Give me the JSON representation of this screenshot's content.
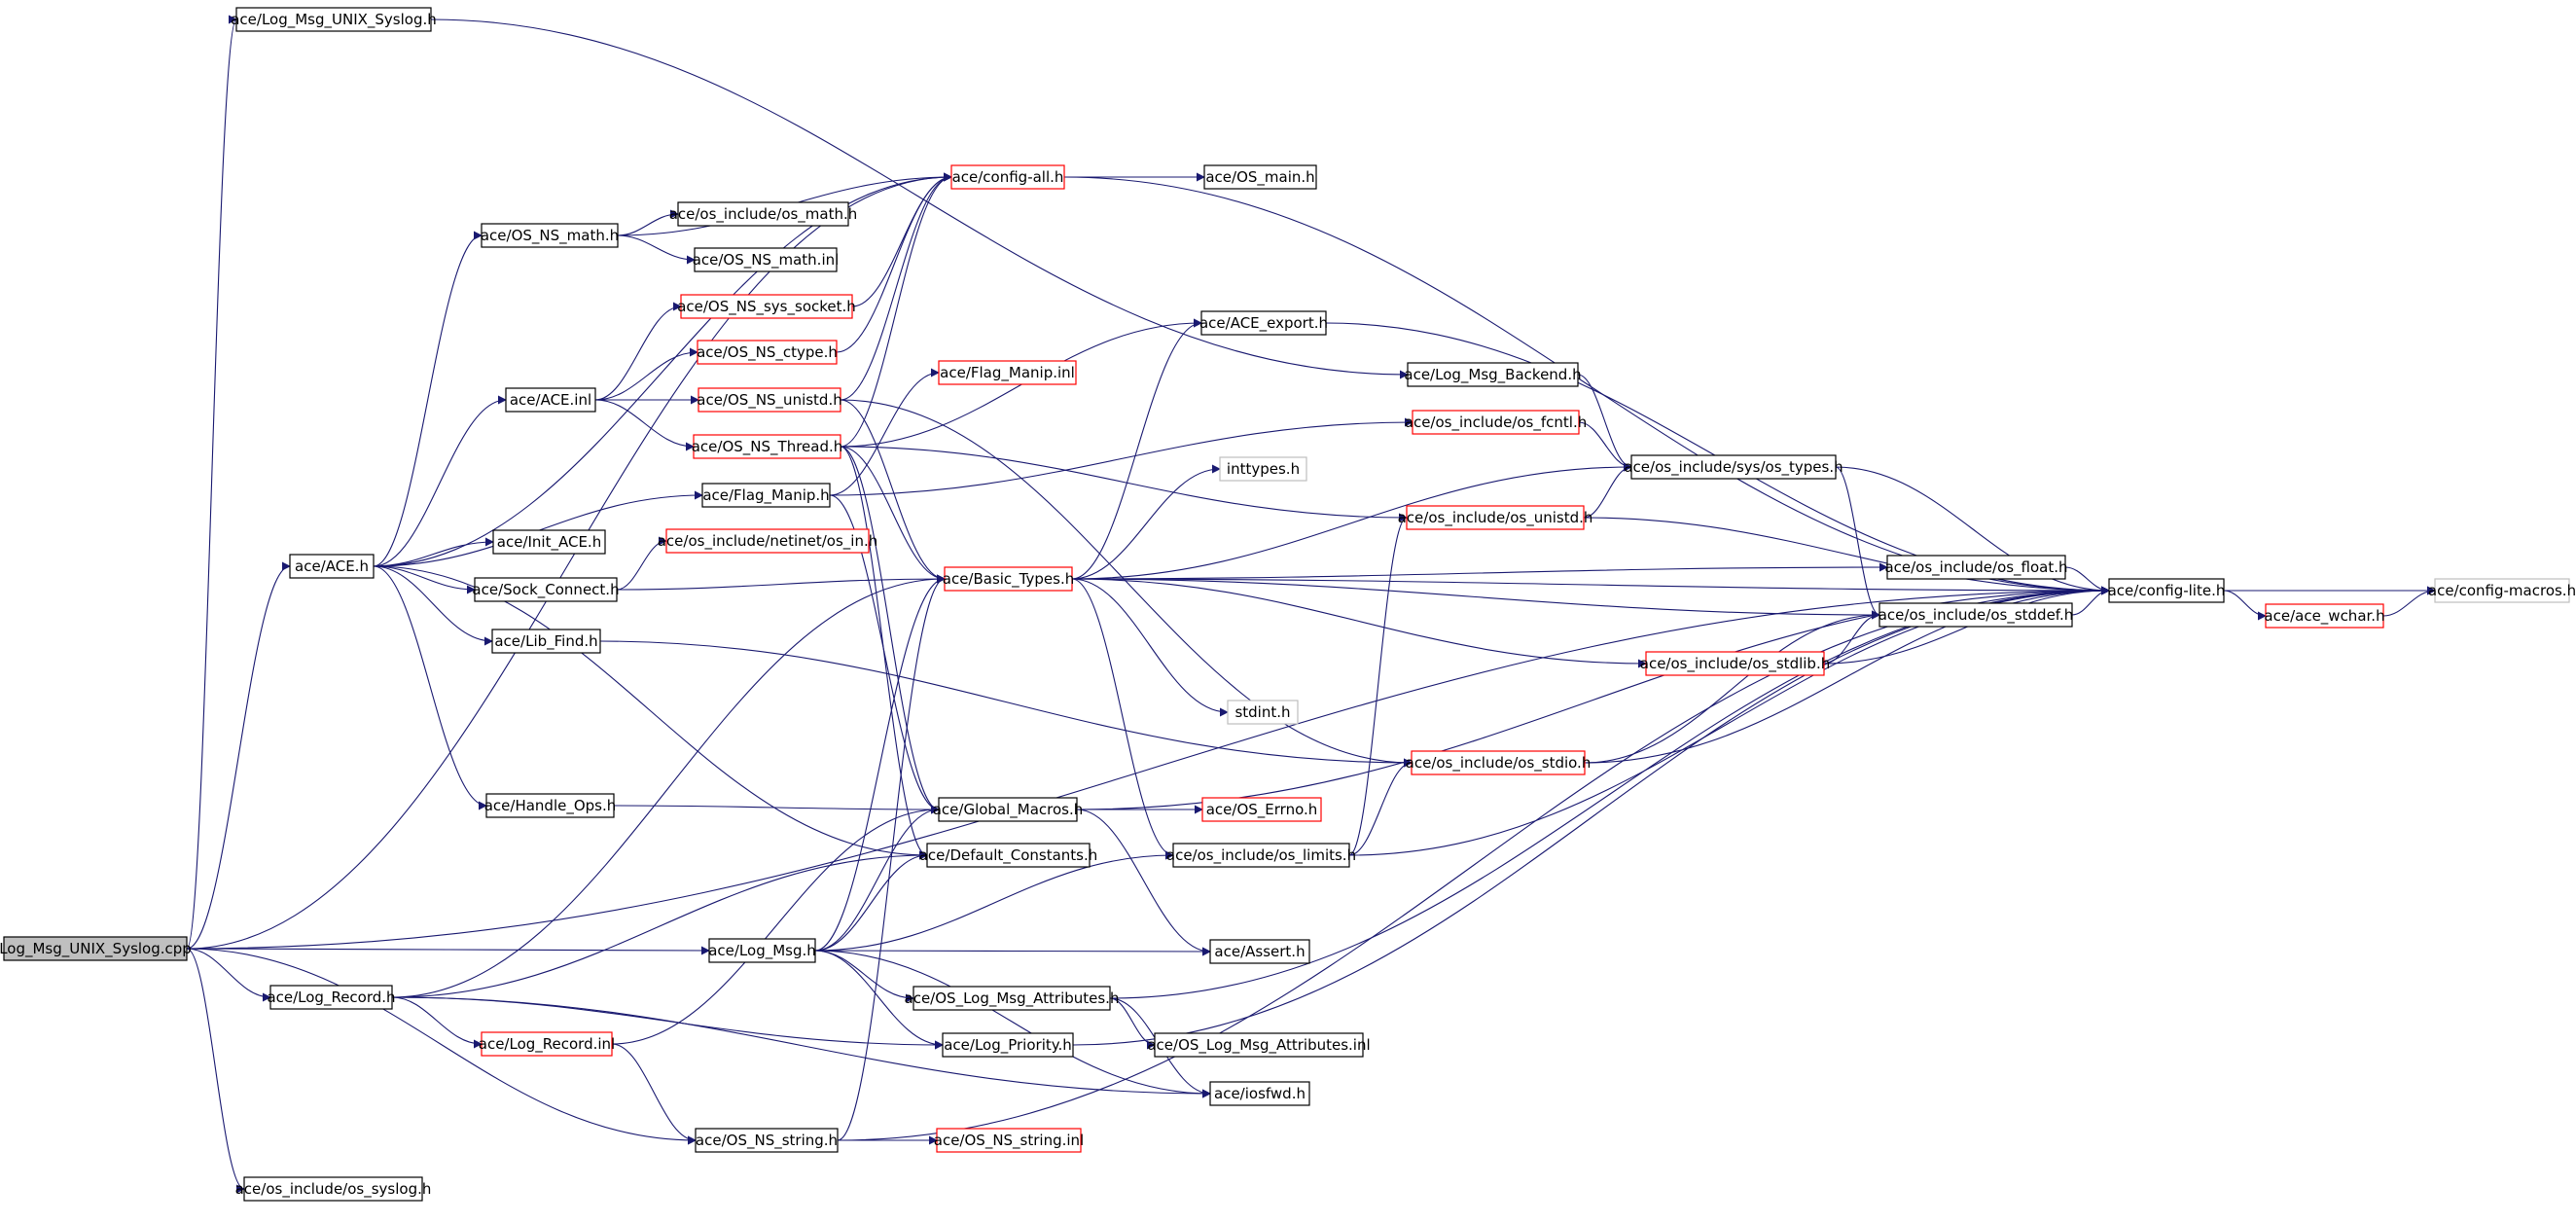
{
  "colors": {
    "edge": "#191970",
    "arrowhead": "#191970",
    "node_border_default": "#000000",
    "node_border_incomplete": "#ff0000",
    "node_border_external": "#bfbfbf",
    "root_fill": "#bfbfbf",
    "node_fill": "#ffffff"
  },
  "nodes": [
    {
      "id": "root",
      "label": "Log_Msg_UNIX_Syslog.cpp",
      "kind": "root"
    },
    {
      "id": "lmus_h",
      "label": "ace/Log_Msg_UNIX_Syslog.h",
      "kind": "normal"
    },
    {
      "id": "config_all",
      "label": "ace/config-all.h",
      "kind": "incomplete"
    },
    {
      "id": "os_main",
      "label": "ace/OS_main.h",
      "kind": "normal"
    },
    {
      "id": "os_ns_math_h",
      "label": "ace/OS_NS_math.h",
      "kind": "normal"
    },
    {
      "id": "os_math",
      "label": "ace/os_include/os_math.h",
      "kind": "normal"
    },
    {
      "id": "os_ns_math_inl",
      "label": "ace/OS_NS_math.inl",
      "kind": "normal"
    },
    {
      "id": "sys_socket",
      "label": "ace/OS_NS_sys_socket.h",
      "kind": "incomplete"
    },
    {
      "id": "ctype",
      "label": "ace/OS_NS_ctype.h",
      "kind": "incomplete"
    },
    {
      "id": "ace_inl",
      "label": "ace/ACE.inl",
      "kind": "normal"
    },
    {
      "id": "unistd",
      "label": "ace/OS_NS_unistd.h",
      "kind": "incomplete"
    },
    {
      "id": "thread",
      "label": "ace/OS_NS_Thread.h",
      "kind": "incomplete"
    },
    {
      "id": "flag_inl",
      "label": "ace/Flag_Manip.inl",
      "kind": "incomplete"
    },
    {
      "id": "flag_h",
      "label": "ace/Flag_Manip.h",
      "kind": "normal"
    },
    {
      "id": "ace_h",
      "label": "ace/ACE.h",
      "kind": "normal"
    },
    {
      "id": "init_ace",
      "label": "ace/Init_ACE.h",
      "kind": "normal"
    },
    {
      "id": "netinet",
      "label": "ace/os_include/netinet/os_in.h",
      "kind": "incomplete"
    },
    {
      "id": "sock_connect",
      "label": "ace/Sock_Connect.h",
      "kind": "normal"
    },
    {
      "id": "basic_types",
      "label": "ace/Basic_Types.h",
      "kind": "incomplete"
    },
    {
      "id": "lib_find",
      "label": "ace/Lib_Find.h",
      "kind": "normal"
    },
    {
      "id": "handle_ops",
      "label": "ace/Handle_Ops.h",
      "kind": "normal"
    },
    {
      "id": "global_macros",
      "label": "ace/Global_Macros.h",
      "kind": "normal"
    },
    {
      "id": "default_constants",
      "label": "ace/Default_Constants.h",
      "kind": "normal"
    },
    {
      "id": "log_msg",
      "label": "ace/Log_Msg.h",
      "kind": "normal"
    },
    {
      "id": "log_record_h",
      "label": "ace/Log_Record.h",
      "kind": "normal"
    },
    {
      "id": "log_record_inl",
      "label": "ace/Log_Record.inl",
      "kind": "incomplete"
    },
    {
      "id": "os_ns_string_h",
      "label": "ace/OS_NS_string.h",
      "kind": "normal"
    },
    {
      "id": "os_ns_string_inl",
      "label": "ace/OS_NS_string.inl",
      "kind": "incomplete"
    },
    {
      "id": "os_syslog",
      "label": "ace/os_include/os_syslog.h",
      "kind": "normal"
    },
    {
      "id": "ace_export",
      "label": "ace/ACE_export.h",
      "kind": "normal"
    },
    {
      "id": "log_msg_backend",
      "label": "ace/Log_Msg_Backend.h",
      "kind": "normal"
    },
    {
      "id": "os_fcntl",
      "label": "ace/os_include/os_fcntl.h",
      "kind": "incomplete"
    },
    {
      "id": "inttypes",
      "label": "inttypes.h",
      "kind": "external"
    },
    {
      "id": "sys_types",
      "label": "ace/os_include/sys/os_types.h",
      "kind": "normal"
    },
    {
      "id": "os_unistd",
      "label": "ace/os_include/os_unistd.h",
      "kind": "incomplete"
    },
    {
      "id": "os_float",
      "label": "ace/os_include/os_float.h",
      "kind": "normal"
    },
    {
      "id": "config_lite",
      "label": "ace/config-lite.h",
      "kind": "normal"
    },
    {
      "id": "config_macros",
      "label": "ace/config-macros.h",
      "kind": "external"
    },
    {
      "id": "ace_wchar",
      "label": "ace/ace_wchar.h",
      "kind": "incomplete"
    },
    {
      "id": "os_stddef",
      "label": "ace/os_include/os_stddef.h",
      "kind": "normal"
    },
    {
      "id": "os_stdlib",
      "label": "ace/os_include/os_stdlib.h",
      "kind": "incomplete"
    },
    {
      "id": "stdint",
      "label": "stdint.h",
      "kind": "external"
    },
    {
      "id": "os_stdio",
      "label": "ace/os_include/os_stdio.h",
      "kind": "incomplete"
    },
    {
      "id": "os_errno",
      "label": "ace/OS_Errno.h",
      "kind": "incomplete"
    },
    {
      "id": "os_limits",
      "label": "ace/os_include/os_limits.h",
      "kind": "normal"
    },
    {
      "id": "assert",
      "label": "ace/Assert.h",
      "kind": "normal"
    },
    {
      "id": "attrs_h",
      "label": "ace/OS_Log_Msg_Attributes.h",
      "kind": "normal"
    },
    {
      "id": "attrs_inl",
      "label": "ace/OS_Log_Msg_Attributes.inl",
      "kind": "normal"
    },
    {
      "id": "log_priority",
      "label": "ace/Log_Priority.h",
      "kind": "normal"
    },
    {
      "id": "iosfwd",
      "label": "ace/iosfwd.h",
      "kind": "normal"
    }
  ],
  "edges": [
    [
      "root",
      "lmus_h"
    ],
    [
      "root",
      "config_lite"
    ],
    [
      "root",
      "config_all"
    ],
    [
      "root",
      "ace_h"
    ],
    [
      "root",
      "log_msg"
    ],
    [
      "root",
      "log_record_h"
    ],
    [
      "root",
      "os_ns_string_h"
    ],
    [
      "root",
      "os_syslog"
    ],
    [
      "lmus_h",
      "log_msg_backend"
    ],
    [
      "config_all",
      "os_main"
    ],
    [
      "config_all",
      "config_lite"
    ],
    [
      "os_ns_math_h",
      "config_all"
    ],
    [
      "os_ns_math_h",
      "os_math"
    ],
    [
      "os_ns_math_h",
      "os_ns_math_inl"
    ],
    [
      "sys_socket",
      "config_all"
    ],
    [
      "ctype",
      "config_all"
    ],
    [
      "ace_inl",
      "sys_socket"
    ],
    [
      "ace_inl",
      "ctype"
    ],
    [
      "ace_inl",
      "unistd"
    ],
    [
      "ace_inl",
      "thread"
    ],
    [
      "unistd",
      "config_all"
    ],
    [
      "unistd",
      "os_stdio"
    ],
    [
      "unistd",
      "basic_types"
    ],
    [
      "thread",
      "config_all"
    ],
    [
      "thread",
      "ace_export"
    ],
    [
      "thread",
      "os_unistd"
    ],
    [
      "thread",
      "global_macros"
    ],
    [
      "thread",
      "default_constants"
    ],
    [
      "thread",
      "basic_types"
    ],
    [
      "flag_h",
      "flag_inl"
    ],
    [
      "flag_h",
      "os_fcntl"
    ],
    [
      "flag_h",
      "global_macros"
    ],
    [
      "ace_h",
      "config_all"
    ],
    [
      "ace_h",
      "os_ns_math_h"
    ],
    [
      "ace_h",
      "ace_inl"
    ],
    [
      "ace_h",
      "flag_h"
    ],
    [
      "ace_h",
      "init_ace"
    ],
    [
      "ace_h",
      "sock_connect"
    ],
    [
      "ace_h",
      "lib_find"
    ],
    [
      "ace_h",
      "handle_ops"
    ],
    [
      "ace_h",
      "default_constants"
    ],
    [
      "sock_connect",
      "netinet"
    ],
    [
      "sock_connect",
      "basic_types"
    ],
    [
      "basic_types",
      "ace_export"
    ],
    [
      "basic_types",
      "inttypes"
    ],
    [
      "basic_types",
      "sys_types"
    ],
    [
      "basic_types",
      "os_float"
    ],
    [
      "basic_types",
      "os_stddef"
    ],
    [
      "basic_types",
      "os_stdlib"
    ],
    [
      "basic_types",
      "stdint"
    ],
    [
      "basic_types",
      "os_limits"
    ],
    [
      "basic_types",
      "config_lite"
    ],
    [
      "lib_find",
      "os_stdio"
    ],
    [
      "handle_ops",
      "global_macros"
    ],
    [
      "global_macros",
      "os_errno"
    ],
    [
      "global_macros",
      "config_lite"
    ],
    [
      "global_macros",
      "assert"
    ],
    [
      "log_msg",
      "global_macros"
    ],
    [
      "log_msg",
      "default_constants"
    ],
    [
      "log_msg",
      "os_limits"
    ],
    [
      "log_msg",
      "assert"
    ],
    [
      "log_msg",
      "attrs_h"
    ],
    [
      "log_msg",
      "log_priority"
    ],
    [
      "log_msg",
      "basic_types"
    ],
    [
      "log_msg",
      "iosfwd"
    ],
    [
      "log_record_h",
      "basic_types"
    ],
    [
      "log_record_h",
      "log_priority"
    ],
    [
      "log_record_h",
      "log_record_inl"
    ],
    [
      "log_record_h",
      "iosfwd"
    ],
    [
      "log_record_h",
      "default_constants"
    ],
    [
      "log_record_inl",
      "global_macros"
    ],
    [
      "log_record_inl",
      "os_ns_string_h"
    ],
    [
      "os_ns_string_h",
      "os_ns_string_inl"
    ],
    [
      "os_ns_string_h",
      "basic_types"
    ],
    [
      "os_ns_string_h",
      "config_lite"
    ],
    [
      "ace_export",
      "config_lite"
    ],
    [
      "log_msg_backend",
      "sys_types"
    ],
    [
      "os_fcntl",
      "sys_types"
    ],
    [
      "sys_types",
      "os_stddef"
    ],
    [
      "sys_types",
      "config_lite"
    ],
    [
      "os_unistd",
      "sys_types"
    ],
    [
      "os_unistd",
      "config_lite"
    ],
    [
      "os_float",
      "config_lite"
    ],
    [
      "config_lite",
      "config_macros"
    ],
    [
      "config_lite",
      "ace_wchar"
    ],
    [
      "ace_wchar",
      "config_macros"
    ],
    [
      "os_stddef",
      "config_lite"
    ],
    [
      "os_stdlib",
      "os_stddef"
    ],
    [
      "os_stdlib",
      "config_lite"
    ],
    [
      "os_stdio",
      "os_stddef"
    ],
    [
      "os_stdio",
      "config_lite"
    ],
    [
      "os_limits",
      "os_stdio"
    ],
    [
      "os_limits",
      "os_unistd"
    ],
    [
      "os_limits",
      "config_lite"
    ],
    [
      "attrs_h",
      "attrs_inl"
    ],
    [
      "attrs_h",
      "iosfwd"
    ],
    [
      "attrs_h",
      "config_lite"
    ],
    [
      "log_priority",
      "config_lite"
    ]
  ]
}
